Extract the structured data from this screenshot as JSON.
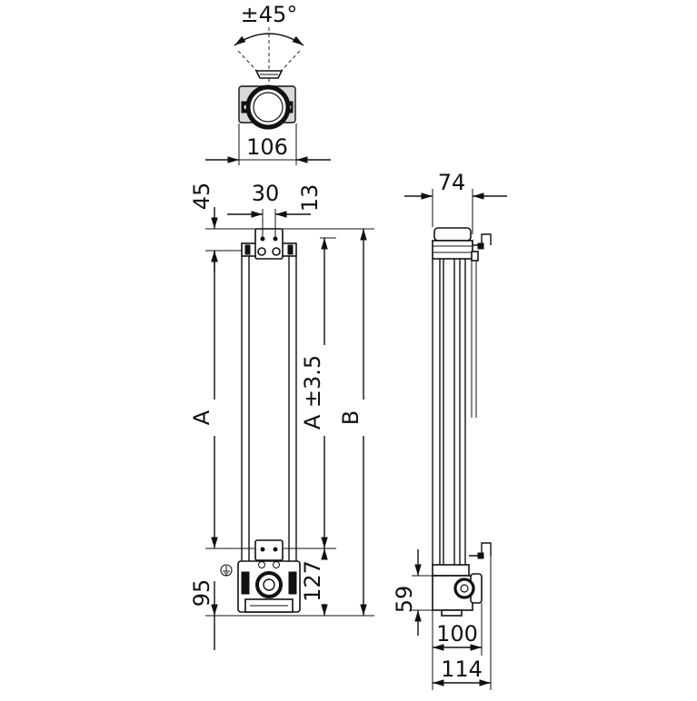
{
  "labels": {
    "angle": "±45°",
    "width_top": "106",
    "top_offset": "45",
    "hole_spacing": "30",
    "right_offset": "13",
    "length_a_left": "A",
    "length_a_tol": "A  ±3.5",
    "length_b": "B",
    "bottom_offset": "95",
    "bottom_offset_2": "127",
    "side_width": "74",
    "side_height": "59",
    "side_width_100": "100",
    "side_width_114": "114"
  },
  "icons": {
    "ground": "ground-symbol-icon"
  }
}
